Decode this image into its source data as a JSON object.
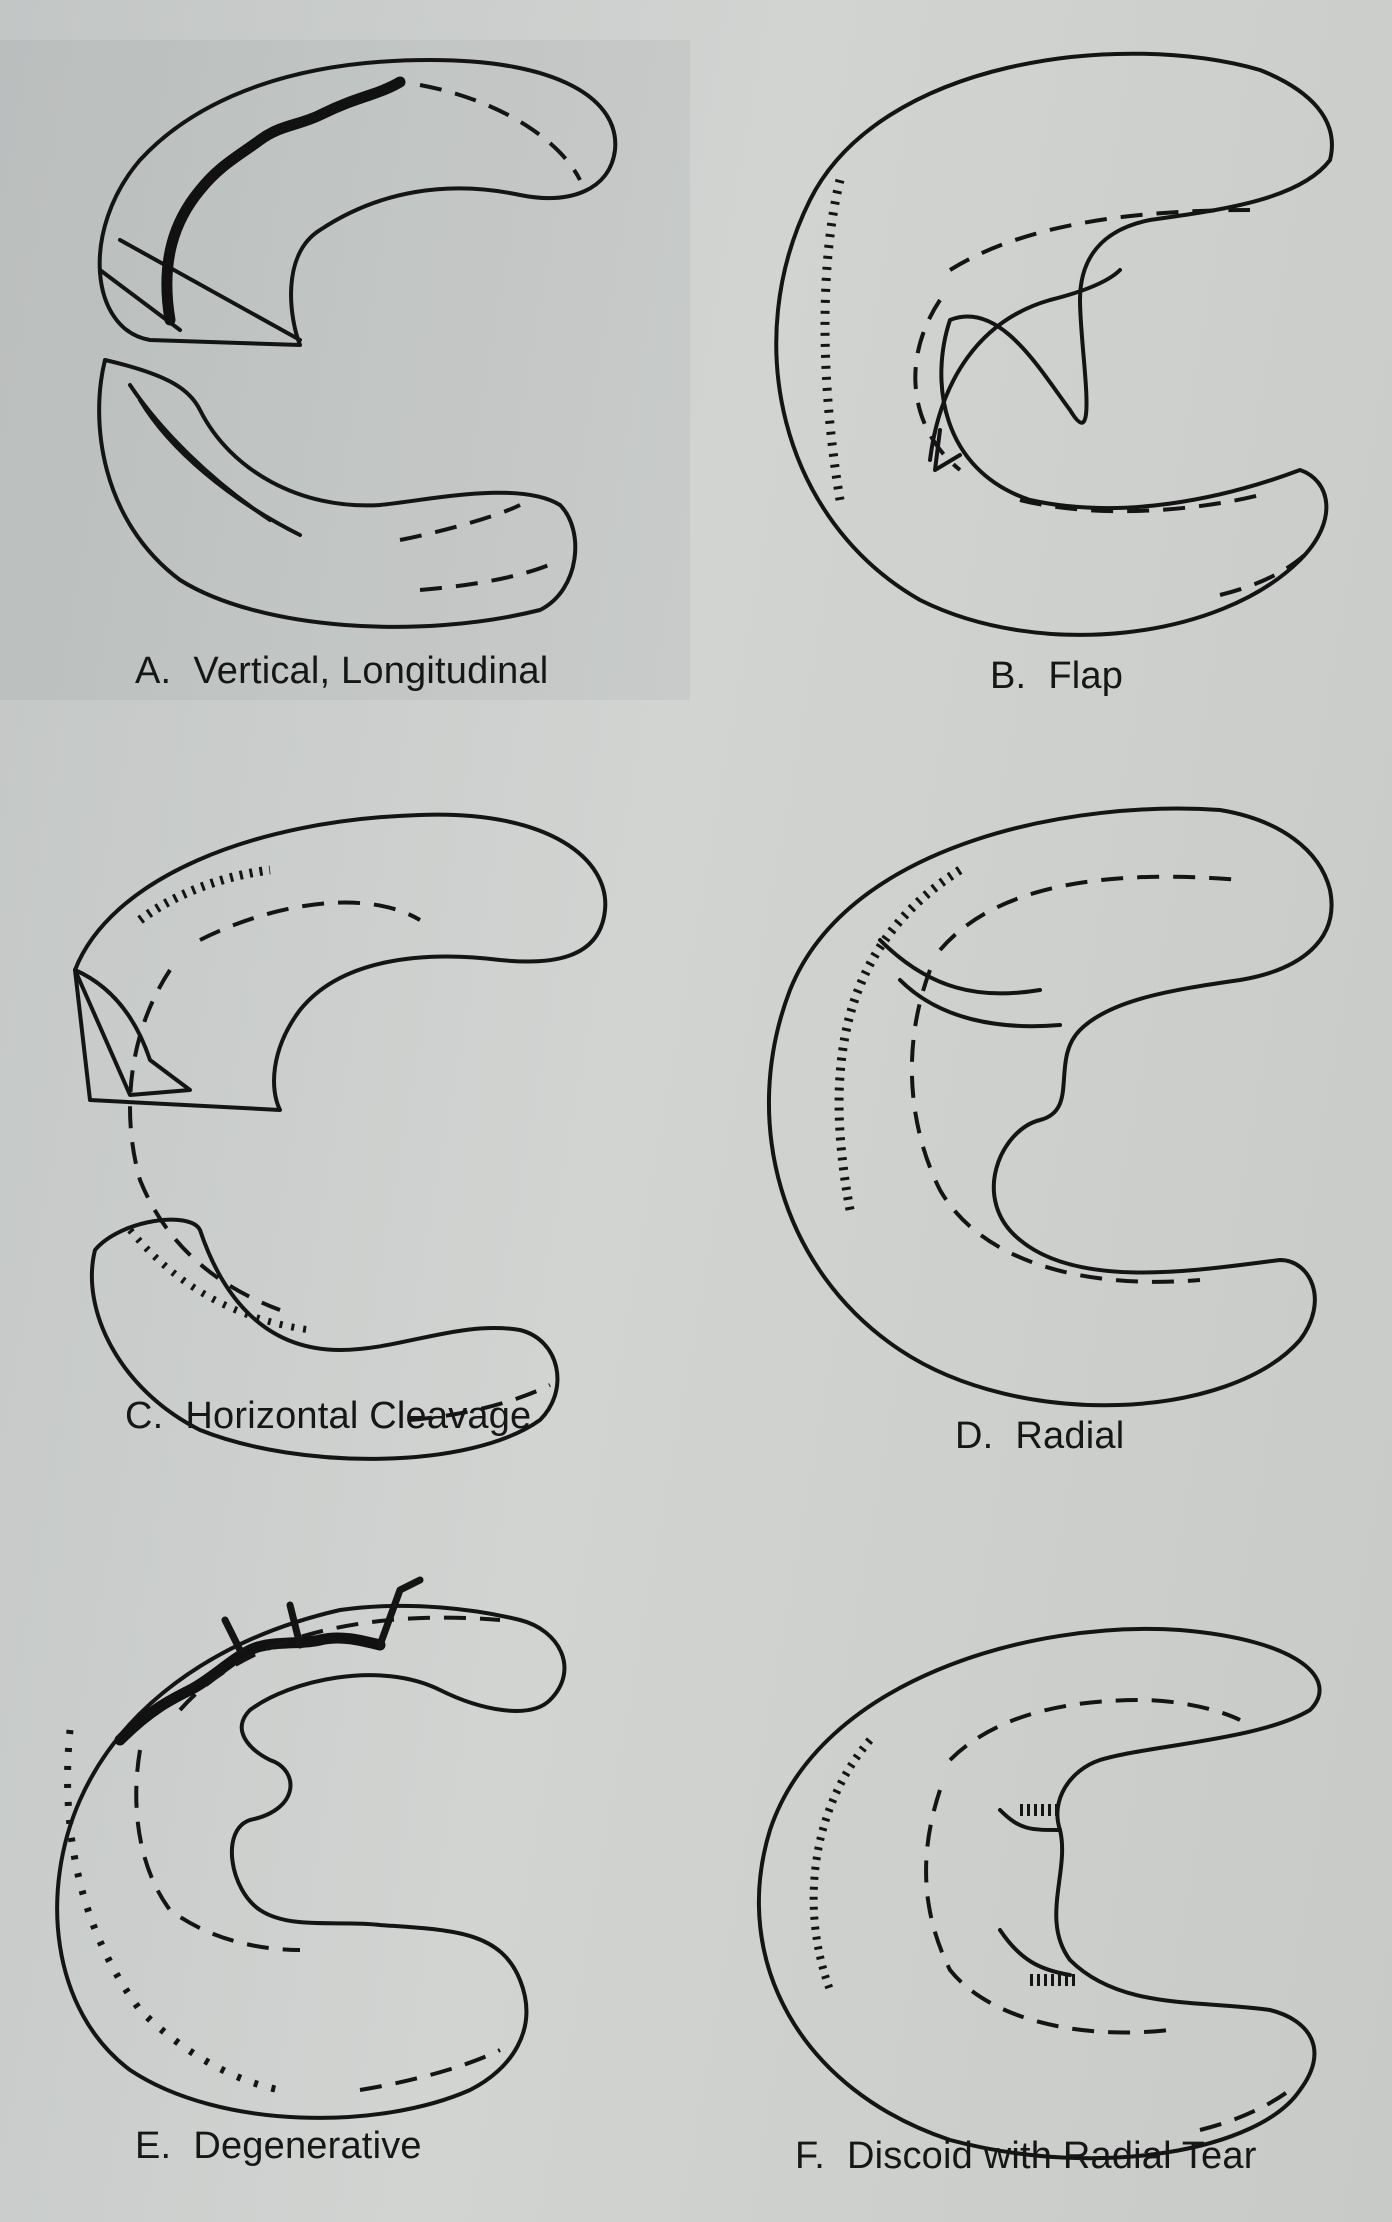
{
  "panels": [
    {
      "letter": "A.",
      "label": "Vertical, Longitudinal"
    },
    {
      "letter": "B.",
      "label": "Flap"
    },
    {
      "letter": "C.",
      "label": "Horizontal Cleavage"
    },
    {
      "letter": "D.",
      "label": "Radial"
    },
    {
      "letter": "E.",
      "label": "Degenerative"
    },
    {
      "letter": "F.",
      "label": "Discoid with Radial Tear"
    }
  ],
  "colors": {
    "paper": "#c9cbc9",
    "ink": "#141414"
  }
}
